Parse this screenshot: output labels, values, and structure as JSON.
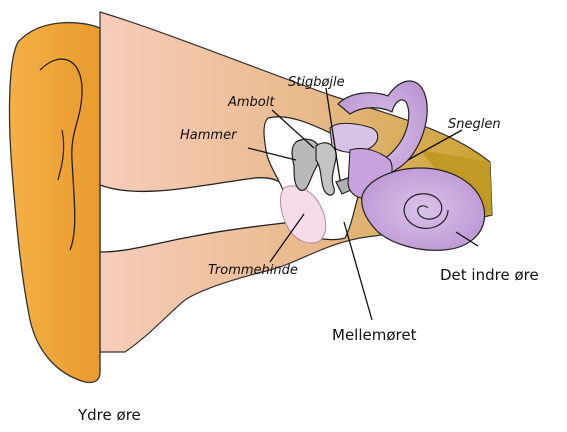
{
  "labels": {
    "stigbojle": "Stigbøjle",
    "ambolt": "Ambolt",
    "sneglen": "Sneglen",
    "hammer": "Hammer",
    "trommehinde": "Trommehinde",
    "det_indre_ore": "Det indre øre",
    "mellemoret": "Mellemøret",
    "ydre_ore": "Ydre øre"
  },
  "colors": {
    "outer_ear": "#f2a93b",
    "ear_canal_light": "#f6c9b2",
    "ear_canal_dark": "#c8a22c",
    "inner_ear": "#c9a3dc",
    "ossicles": "#b7b7b7",
    "eardrum": "#f5d9e6"
  }
}
